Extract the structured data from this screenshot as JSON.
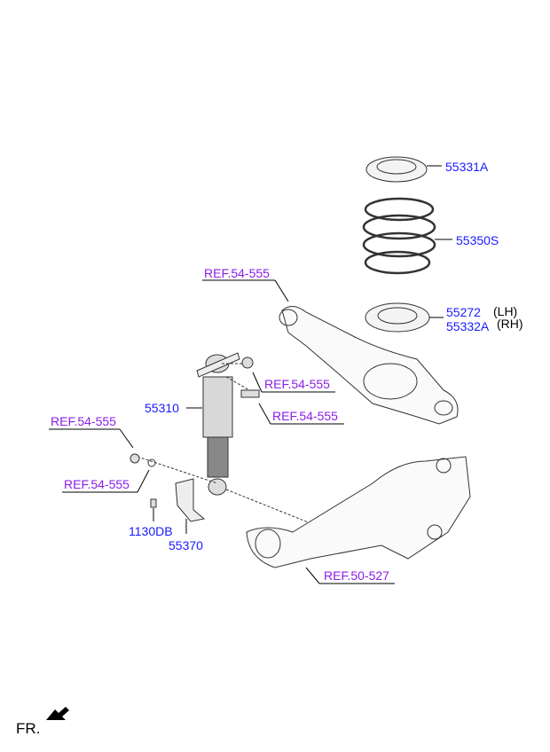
{
  "parts": {
    "p55331A": "55331A",
    "p55350S": "55350S",
    "p55272": "55272",
    "p55272_side": "(LH)",
    "p55332A": "55332A",
    "p55332A_side": "(RH)",
    "p55310": "55310",
    "p1130DB": "1130DB",
    "p55370": "55370"
  },
  "refs": {
    "ref_arm": "REF.54-555",
    "ref_nut_upper": "REF.54-555",
    "ref_bolt": "REF.54-555",
    "ref_nut_left": "REF.54-555",
    "ref_washer_left": "REF.54-555",
    "ref_knuckle": "REF.50-527"
  },
  "direction_label": "FR.",
  "colors": {
    "part_number": "#1a1aff",
    "reference": "#8a1ee6"
  }
}
